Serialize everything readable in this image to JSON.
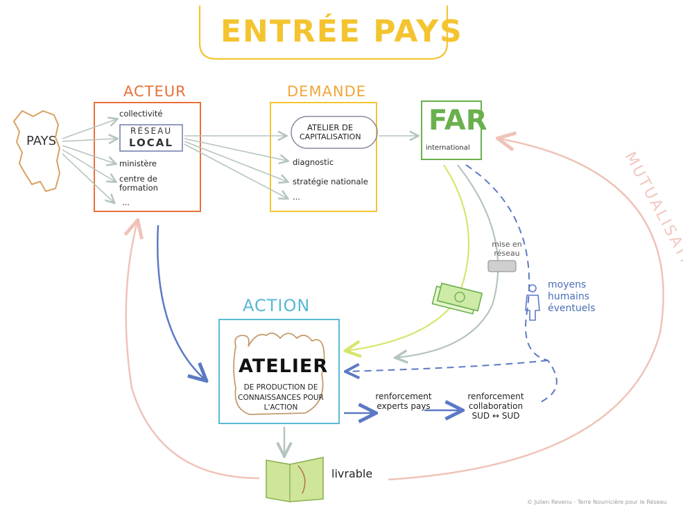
{
  "title": "ENTRÉE PAYS",
  "pays": {
    "label": "PAYS"
  },
  "acteur": {
    "heading": "ACTEUR",
    "items": [
      "collectivité",
      "ministère",
      "centre de formation",
      "..."
    ],
    "reseau_line1": "RÉSEAU",
    "reseau_line2": "LOCAL"
  },
  "demande": {
    "heading": "DEMANDE",
    "atelier_line1": "ATELIER DE",
    "atelier_line2": "CAPITALISATION",
    "items": [
      "diagnostic",
      "stratégie nationale",
      "..."
    ]
  },
  "far": {
    "label": "FAR",
    "sublabel": "international"
  },
  "mise_en_reseau": "mise en réseau",
  "moyens": "moyens humains éventuels",
  "mutualisation": "MUTUALISATION",
  "action": {
    "heading": "ACTION",
    "atelier_title": "ATELIER",
    "atelier_sub": "DE PRODUCTION DE CONNAISSANCES POUR L'ACTION"
  },
  "renforcement_experts": "renforcement experts pays",
  "renforcement_collab": "renforcement collaboration SUD ↔ SUD",
  "livrable": "livrable",
  "credit": "© Julien Revenu - Terre Nourricière pour le Réseau",
  "colors": {
    "title": "#f4c430",
    "acteur": "#e8703a",
    "demande": "#f0a63a",
    "far": "#6ab04c",
    "action": "#5ab8d6",
    "blue_arrow": "#5b79c4",
    "grey_arrow": "#b5c4bf",
    "pink_arrow": "#efc3b8",
    "yellow_green_arrow": "#d8e56c"
  }
}
